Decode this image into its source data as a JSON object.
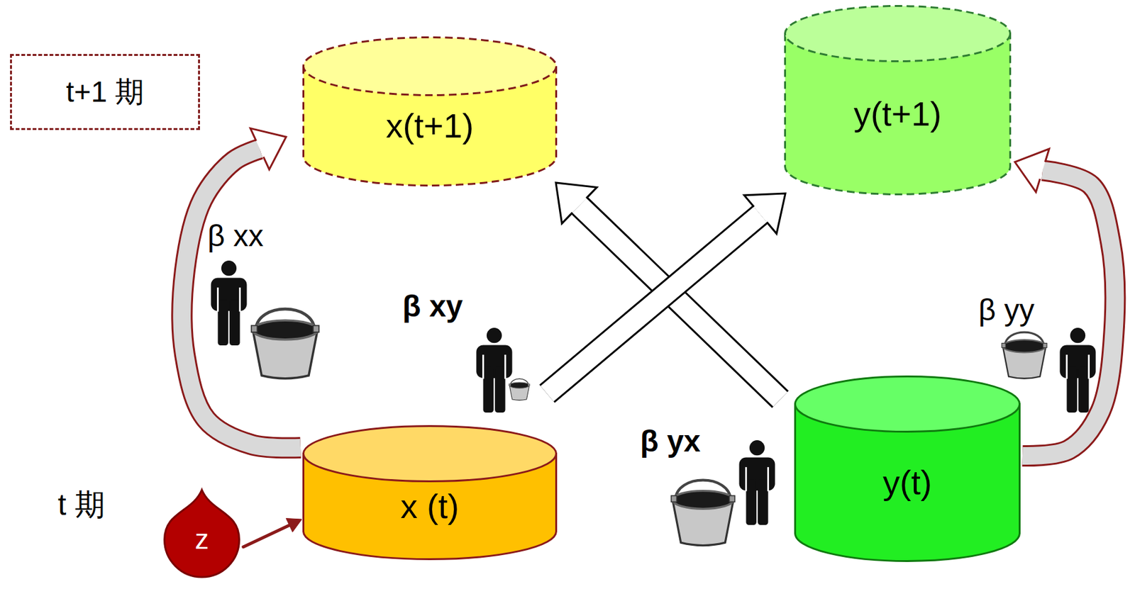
{
  "diagram": {
    "nodes": [
      {
        "text": [
          "t+1 期"
        ]
      },
      {
        "text": [
          "x(t+1)"
        ]
      },
      {
        "text": [
          "y(t+1)"
        ]
      },
      {
        "text": [
          "x (t)"
        ]
      },
      {
        "text": [
          "y(t)"
        ]
      },
      {
        "text": [
          "z"
        ]
      }
    ],
    "edges": [
      {
        "from": 3,
        "to": 1,
        "arrow": "to",
        "label": "β xx"
      },
      {
        "from": 3,
        "to": 2,
        "arrow": "to",
        "label": "β xy"
      },
      {
        "from": 4,
        "to": 1,
        "arrow": "to",
        "label": "β yx"
      },
      {
        "from": 4,
        "to": 2,
        "arrow": "to",
        "label": "β yy"
      },
      {
        "from": 5,
        "to": 3,
        "arrow": "to"
      }
    ],
    "labels": [
      "t 期"
    ]
  }
}
